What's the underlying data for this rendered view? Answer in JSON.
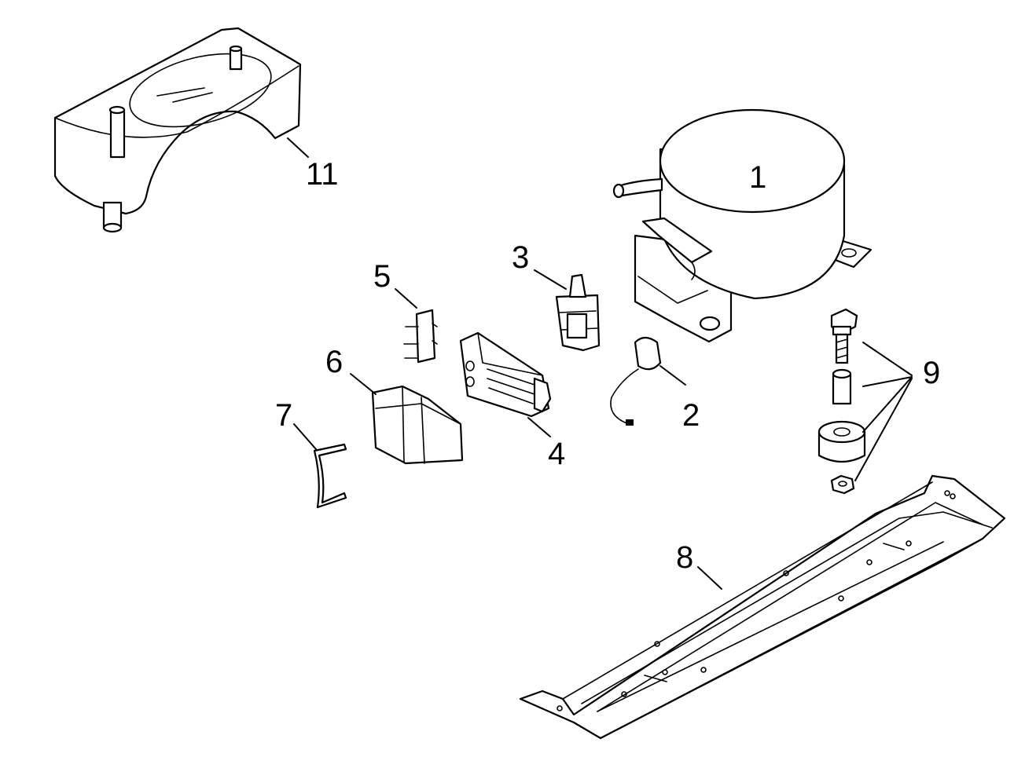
{
  "diagram": {
    "type": "exploded-parts-view",
    "line_color": "#000000",
    "background_color": "#ffffff",
    "callouts": {
      "compressor": "1",
      "overload_protector": "2",
      "relay": "3",
      "terminal_cover": "4",
      "clip": "5",
      "cover": "6",
      "retainer_wire": "7",
      "base_plate": "8",
      "mounting_hardware": "9",
      "drip_tray": "11"
    }
  }
}
